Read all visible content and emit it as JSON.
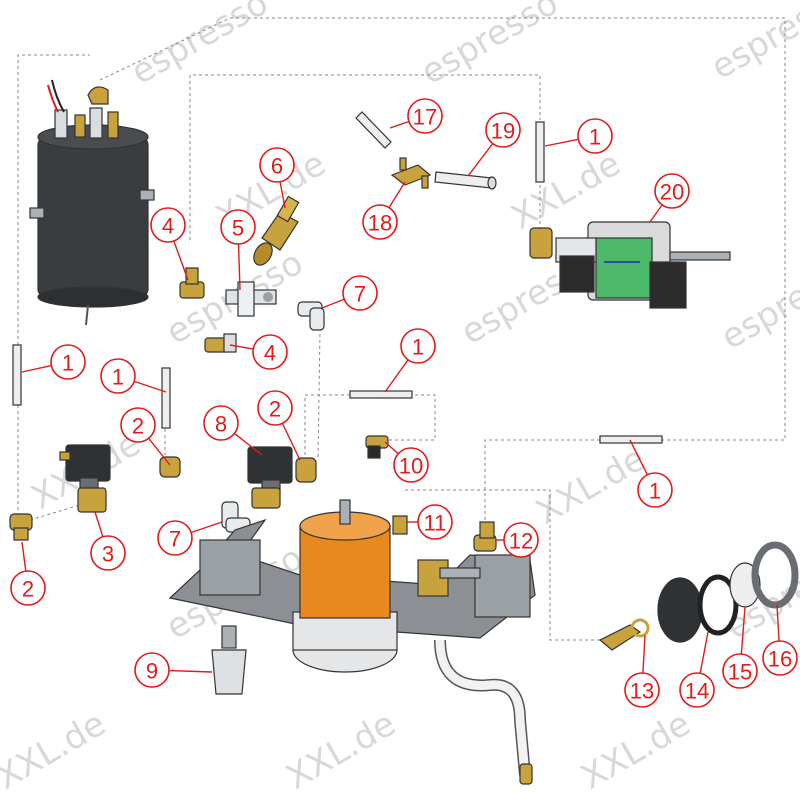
{
  "watermark": {
    "brand_text": "espresso",
    "domain_text": "XXL.de"
  },
  "colors": {
    "callout": "#e21b1b",
    "brass": "#c8a23c",
    "pump_orange": "#e8891e",
    "pump_green": "#4db86a",
    "boiler": "#3a3d3f",
    "plate": "#8c9094"
  },
  "parts": [
    {
      "number": "1",
      "name": "hose"
    },
    {
      "number": "2",
      "name": "elbow-fitting"
    },
    {
      "number": "3",
      "name": "solenoid-valve"
    },
    {
      "number": "4",
      "name": "angle-fitting"
    },
    {
      "number": "5",
      "name": "t-fitting"
    },
    {
      "number": "6",
      "name": "brass-valve"
    },
    {
      "number": "7",
      "name": "plastic-elbow"
    },
    {
      "number": "8",
      "name": "solenoid-valve"
    },
    {
      "number": "9",
      "name": "nozzle-connector"
    },
    {
      "number": "10",
      "name": "elbow-connector"
    },
    {
      "number": "11",
      "name": "straight-fitting"
    },
    {
      "number": "12",
      "name": "elbow-fitting"
    },
    {
      "number": "13",
      "name": "spiral-valve"
    },
    {
      "number": "14",
      "name": "o-ring"
    },
    {
      "number": "15",
      "name": "disc"
    },
    {
      "number": "16",
      "name": "clamp-ring"
    },
    {
      "number": "17",
      "name": "short-tube"
    },
    {
      "number": "18",
      "name": "y-connector"
    },
    {
      "number": "19",
      "name": "tube"
    },
    {
      "number": "20",
      "name": "vibration-pump"
    }
  ]
}
